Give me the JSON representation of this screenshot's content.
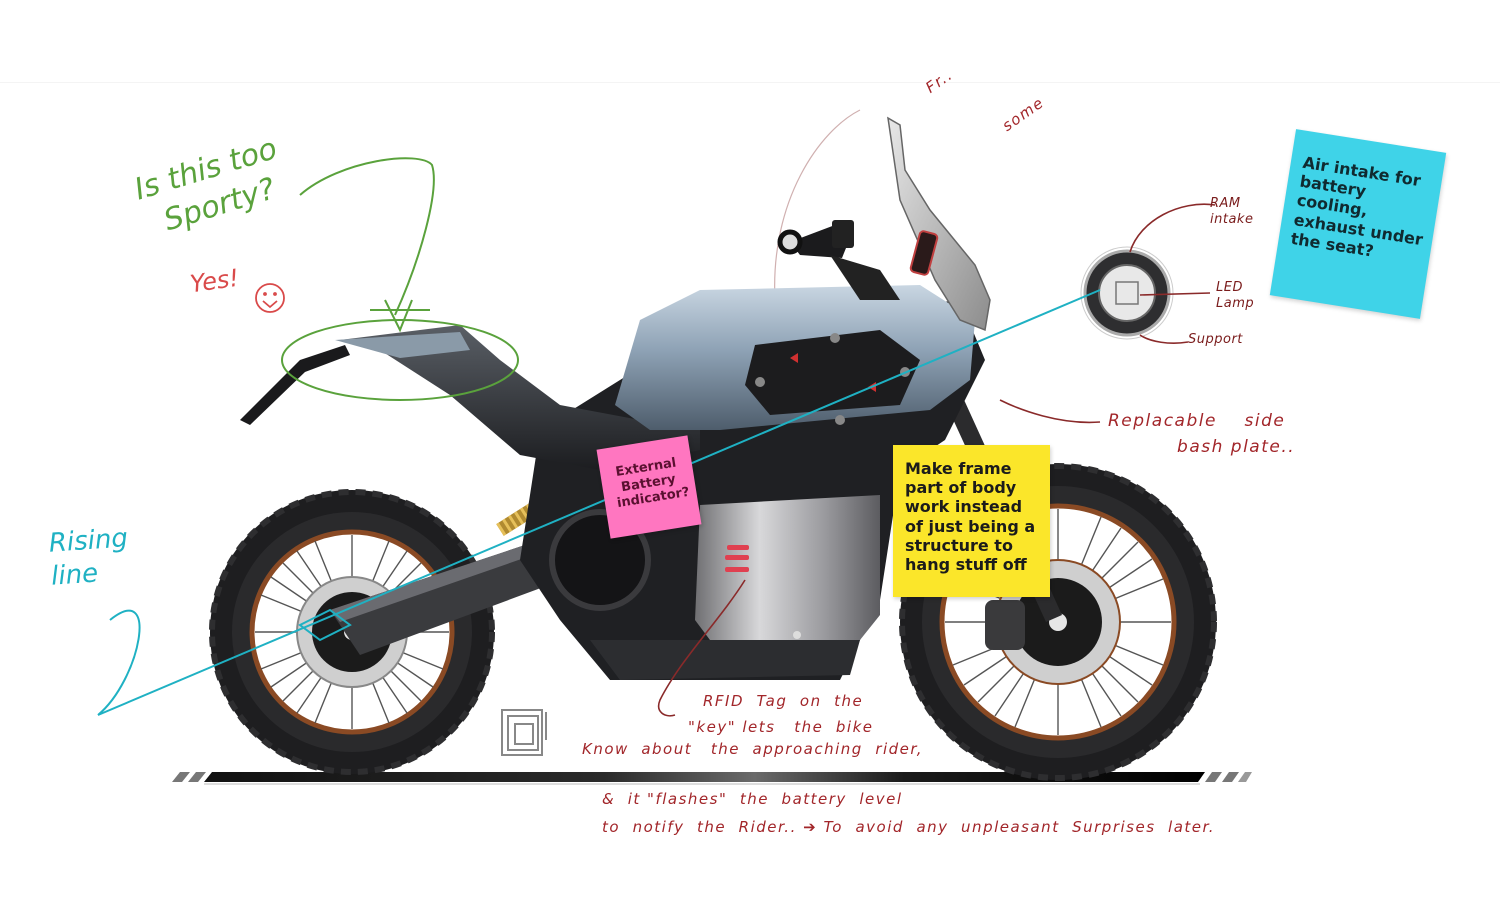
{
  "sketch": {
    "subject": "Electric adventure motorcycle concept sketch",
    "colors": {
      "background": "#ffffff",
      "annotation_red": "#a2262a",
      "annotation_green": "#5aa23c",
      "annotation_teal": "#1fb1c3",
      "sticky_cyan": "#3fd3e8",
      "sticky_yellow": "#fbe62a",
      "sticky_pink": "#ff76c0",
      "tank_blue_grey": "#8fa3b5",
      "rim_copper": "#8a4a24"
    }
  },
  "sticky_notes": {
    "cyan": {
      "text": "Air intake for\nbattery\ncooling,\nexhaust under\nthe seat?"
    },
    "yellow": {
      "text": "Make frame\npart of body\nwork instead\nof just being a\nstructure to\nhang stuff off"
    },
    "pink": {
      "text": "External\nBattery\nindicator?"
    }
  },
  "handwritten": {
    "sporty_question": "Is this too\n  Sporty?",
    "sporty_answer": "Yes!",
    "rising_line": "Rising\nline",
    "top_partial_1": "Fr..",
    "top_partial_2": "some",
    "ram_intake": "RAM\nintake",
    "led_lamp": "LED\nLamp",
    "support": "Support",
    "bash_plate": "Replacable    side\n          bash plate..",
    "rfid_line1": "RFID  Tag  on  the",
    "rfid_line2": "\"key\" lets   the  bike",
    "rfid_line3": "Know  about   the  approaching  rider,",
    "rfid_line4": "&  it \"flashes\"  the  battery  level",
    "rfid_line5": "to  notify  the  Rider.. ➔ To  avoid  any  unpleasant  Surprises  later."
  },
  "logo": {
    "name": "designer-mark"
  }
}
